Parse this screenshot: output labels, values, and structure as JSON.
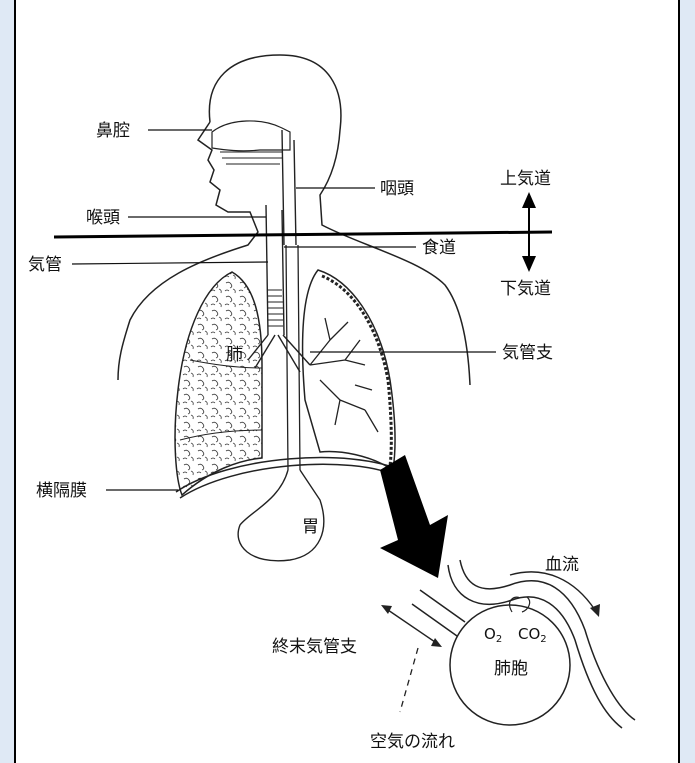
{
  "labels": {
    "nasal_cavity": "鼻腔",
    "pharynx": "咽頭",
    "larynx": "喉頭",
    "trachea": "気管",
    "esophagus": "食道",
    "upper_airway": "上気道",
    "lower_airway": "下気道",
    "lung": "肺",
    "bronchus": "気管支",
    "diaphragm": "横隔膜",
    "stomach": "胃",
    "blood_flow": "血流",
    "terminal_bronchiole": "終末気管支",
    "alveolus": "肺胞",
    "airflow": "空気の流れ",
    "o2_main": "O",
    "o2_sub": "2",
    "co2_main": "CO",
    "co2_sub": "2"
  },
  "colors": {
    "background": "#dfe9f5",
    "panel": "#ffffff",
    "ink": "#111111"
  }
}
